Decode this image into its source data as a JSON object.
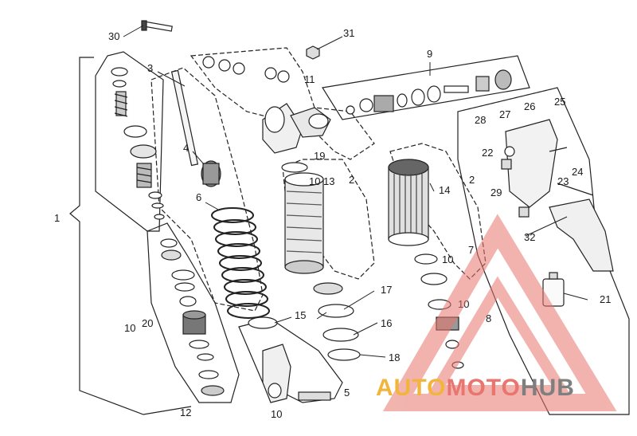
{
  "diagram": {
    "callouts": [
      "1",
      "2",
      "2",
      "3",
      "4",
      "5",
      "6",
      "7",
      "8",
      "9",
      "10",
      "10",
      "10",
      "10",
      "10",
      "11",
      "12",
      "13",
      "14",
      "15",
      "16",
      "17",
      "18",
      "19",
      "20",
      "21",
      "22",
      "23",
      "24",
      "25",
      "26",
      "27",
      "28",
      "29",
      "30",
      "31",
      "32"
    ]
  },
  "watermark": {
    "part1": "AUTO",
    "part2": "MOTO",
    "part3": "HUB",
    "colors": {
      "auto": "#f2b53c",
      "moto": "#e8766e",
      "hub": "#7f7f7f",
      "triangle": "#e8766e"
    }
  }
}
